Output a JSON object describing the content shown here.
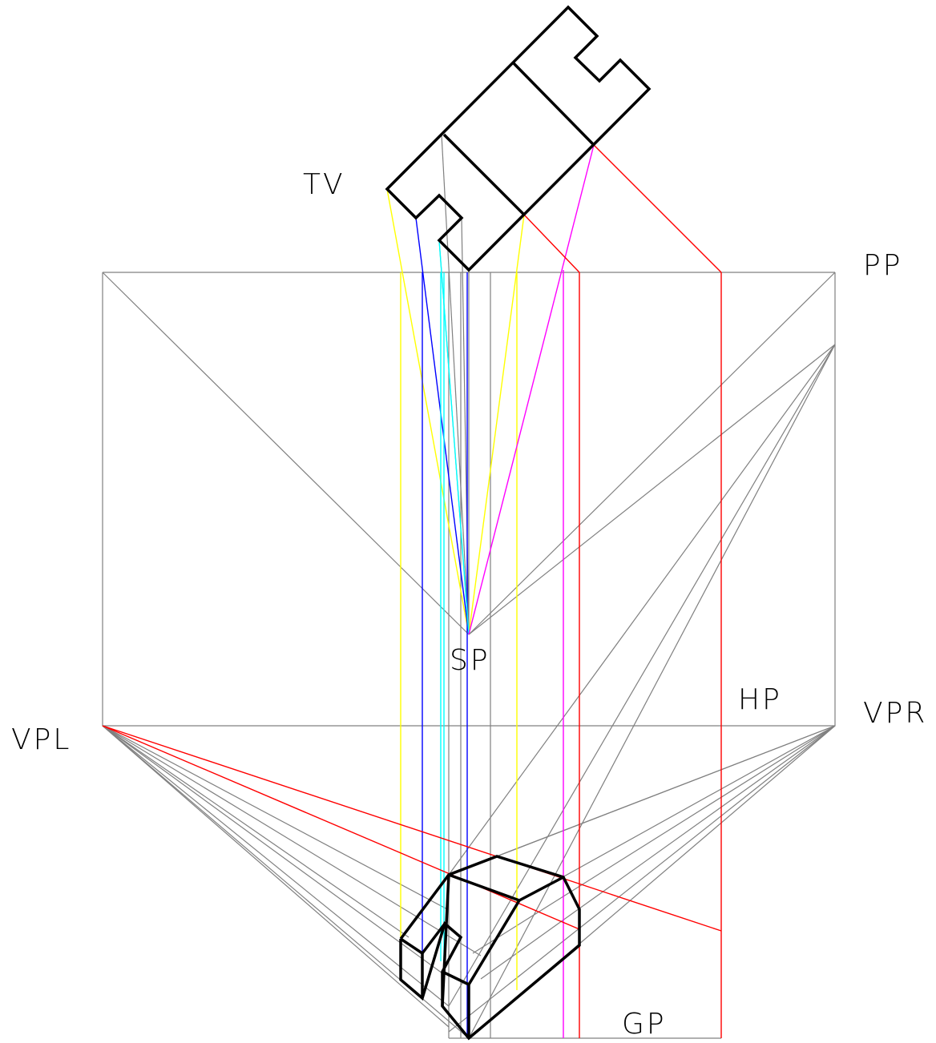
{
  "labels": {
    "tv": "TV",
    "pp": "PP",
    "sp": "SP",
    "hp": "HP",
    "vpl": "VPL",
    "vpr": "VPR",
    "gp": "GP"
  },
  "colors": {
    "construction": "#808080",
    "object": "#000000",
    "red": "#ff0000",
    "yellow": "#ffff00",
    "blue": "#0000ff",
    "cyan": "#00ffff",
    "magenta": "#ff00ff",
    "background": "#ffffff"
  }
}
